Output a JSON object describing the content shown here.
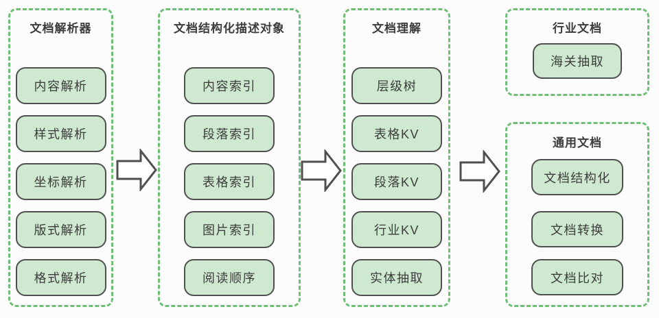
{
  "colors": {
    "dash_green": "#6ebf75",
    "box_fill": "#cee9cf",
    "box_border": "#4f4f4f",
    "text": "#3c3c3c",
    "background": "#fcfcfc",
    "arrow_fill": "#ffffff",
    "arrow_stroke": "#4f4f4f"
  },
  "columns": [
    {
      "id": "parser",
      "title": "文档解析器",
      "items": [
        "内容解析",
        "样式解析",
        "坐标解析",
        "版式解析",
        "格式解析"
      ]
    },
    {
      "id": "structured-object",
      "title": "文档结构化描述对象",
      "items": [
        "内容索引",
        "段落索引",
        "表格索引",
        "图片索引",
        "阅读顺序"
      ]
    },
    {
      "id": "understanding",
      "title": "文档理解",
      "items": [
        "层级树",
        "表格KV",
        "段落KV",
        "行业KV",
        "实体抽取"
      ]
    },
    {
      "id": "industry-docs",
      "title": "行业文档",
      "items": [
        "海关抽取"
      ]
    },
    {
      "id": "general-docs",
      "title": "通用文档",
      "items": [
        "文档结构化",
        "文档转换",
        "文档比对"
      ]
    }
  ],
  "arrows": [
    {
      "id": "arrow-1",
      "direction": "right"
    },
    {
      "id": "arrow-2",
      "direction": "right"
    },
    {
      "id": "arrow-3",
      "direction": "right"
    }
  ]
}
